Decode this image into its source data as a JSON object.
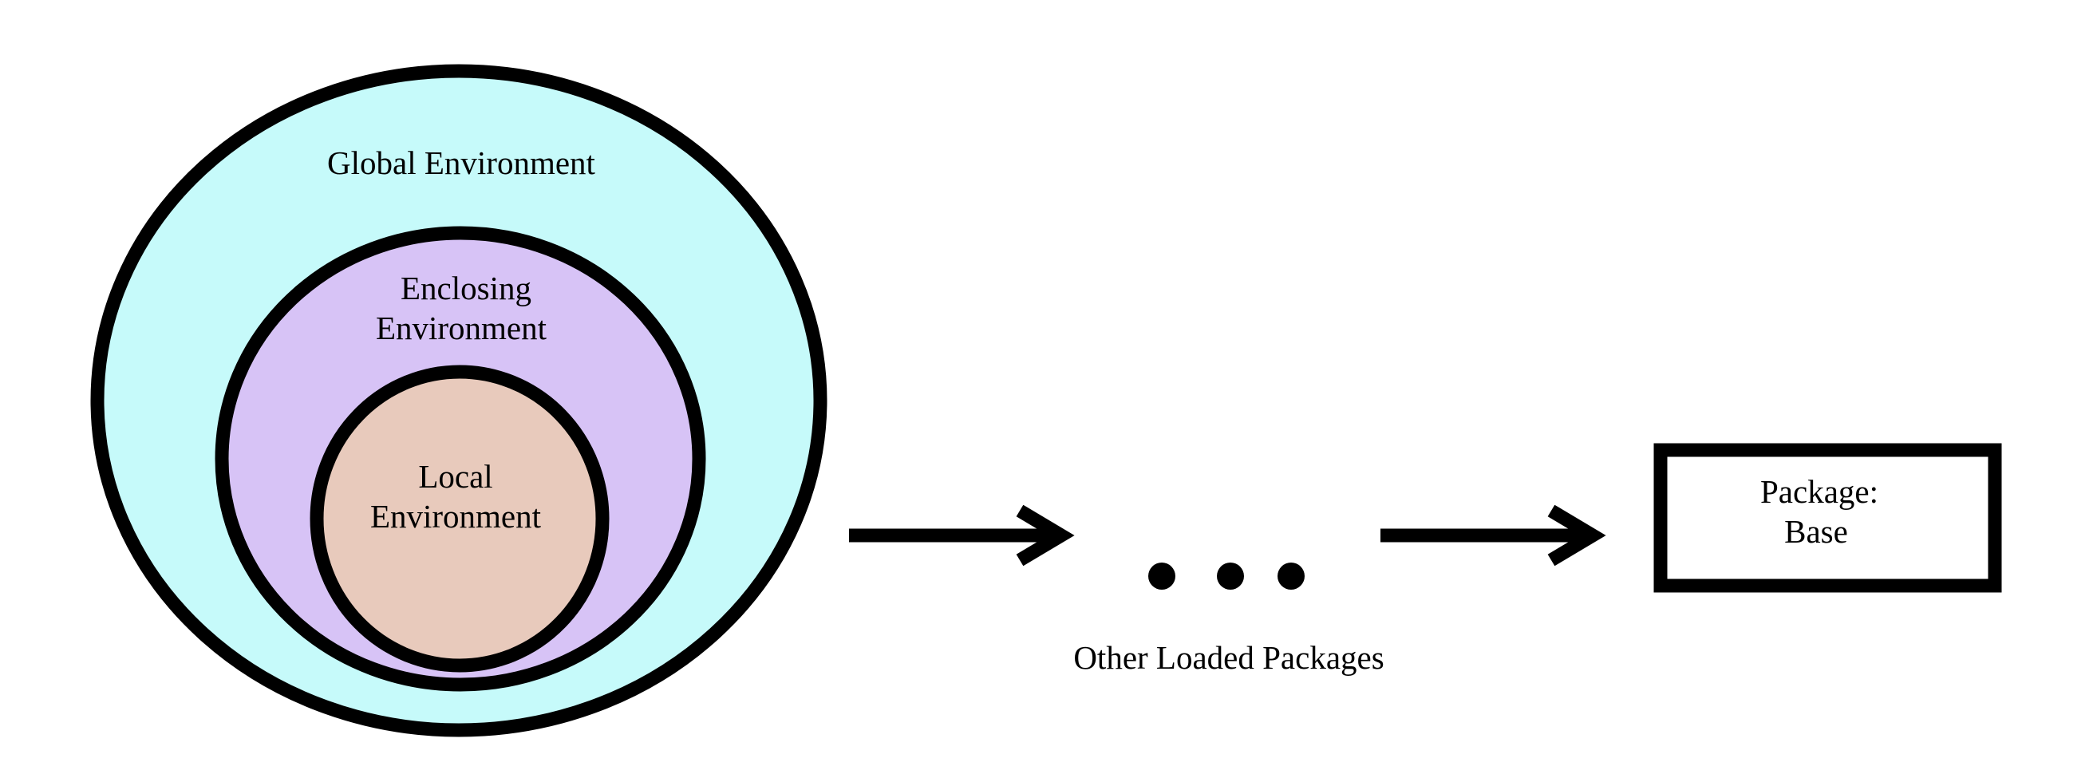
{
  "environments": {
    "global": {
      "label": "Global Environment",
      "fill": "#c6fafa"
    },
    "enclosing": {
      "label_line1": "Enclosing",
      "label_line2": "Environment",
      "fill": "#d7c3f6"
    },
    "local": {
      "label_line1": "Local",
      "label_line2": "Environment",
      "fill": "#e8cabc"
    }
  },
  "other_packages": {
    "label": "Other Loaded Packages"
  },
  "base_package": {
    "label_line1": "Package:",
    "label_line2": "Base"
  },
  "colors": {
    "stroke": "#000000",
    "background": "#ffffff"
  }
}
